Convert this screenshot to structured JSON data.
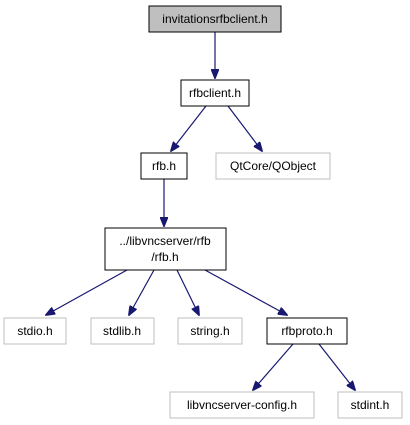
{
  "diagram": {
    "colors": {
      "root_fill": "#bfbfbf",
      "root_border": "#000000",
      "node_fill": "#ffffff",
      "node_border": "#000000",
      "external_border": "#bfbfbf",
      "edge": "#191970"
    },
    "nodes": {
      "root": "invitationsrfbclient.h",
      "rfbclient": "rfbclient.h",
      "rfb_h": "rfb.h",
      "qobject": "QtCore/QObject",
      "libvnc_rfb_line1": "../libvncserver/rfb",
      "libvnc_rfb_line2": "/rfb.h",
      "stdio": "stdio.h",
      "stdlib": "stdlib.h",
      "string": "string.h",
      "rfbproto": "rfbproto.h",
      "libvncserver_config": "libvncserver-config.h",
      "stdint": "stdint.h"
    }
  }
}
